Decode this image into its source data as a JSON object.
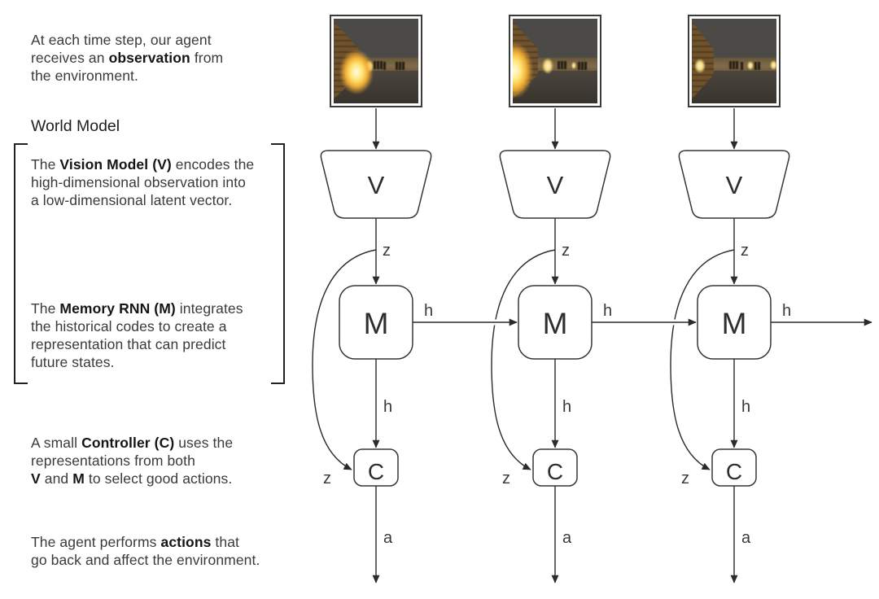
{
  "colors": {
    "background": "#ffffff",
    "line": "#2b2b2b",
    "text": "#3a3a3a",
    "text_bold": "#151515",
    "box_fill": "#ffffff",
    "box_stroke": "#373737",
    "fireball": "#ffe878",
    "wall_brick": "#6f522e"
  },
  "left_panel": {
    "intro": {
      "lines": [
        [
          {
            "t": "At each time step, our agent"
          }
        ],
        [
          {
            "t": "receives an "
          },
          {
            "t": "observation",
            "b": true
          },
          {
            "t": " from"
          }
        ],
        [
          {
            "t": "the environment."
          }
        ]
      ]
    },
    "heading": "World Model",
    "vision": {
      "lines": [
        [
          {
            "t": "The "
          },
          {
            "t": "Vision Model (V)",
            "b": true
          },
          {
            "t": " encodes the"
          }
        ],
        [
          {
            "t": "high-dimensional observation into"
          }
        ],
        [
          {
            "t": "a low-dimensional latent vector."
          }
        ]
      ]
    },
    "memory": {
      "lines": [
        [
          {
            "t": "The "
          },
          {
            "t": "Memory RNN (M)",
            "b": true
          },
          {
            "t": " integrates"
          }
        ],
        [
          {
            "t": "the historical codes to create a"
          }
        ],
        [
          {
            "t": "representation that can predict"
          }
        ],
        [
          {
            "t": "future states."
          }
        ]
      ]
    },
    "controller": {
      "lines": [
        [
          {
            "t": "A small "
          },
          {
            "t": "Controller (C)",
            "b": true
          },
          {
            "t": " uses the"
          }
        ],
        [
          {
            "t": "representations from both"
          }
        ],
        [
          {
            "t": "V",
            "b": true
          },
          {
            "t": " and "
          },
          {
            "t": "M",
            "b": true
          },
          {
            "t": " to select good actions."
          }
        ]
      ]
    },
    "actions": {
      "lines": [
        [
          {
            "t": "The agent performs "
          },
          {
            "t": "actions",
            "b": true
          },
          {
            "t": " that"
          }
        ],
        [
          {
            "t": "go back and affect the environment."
          }
        ]
      ]
    }
  },
  "diagram": {
    "box_labels": {
      "vision": "V",
      "memory": "M",
      "controller": "C"
    },
    "edge_labels": {
      "latent": "z",
      "hidden": "h",
      "action": "a"
    },
    "observations": [
      {
        "alt": "VizDoom corridor observation, fireball approaching"
      },
      {
        "alt": "VizDoom corridor observation, fireball at left edge"
      },
      {
        "alt": "VizDoom corridor observation, fireball passed"
      }
    ]
  }
}
